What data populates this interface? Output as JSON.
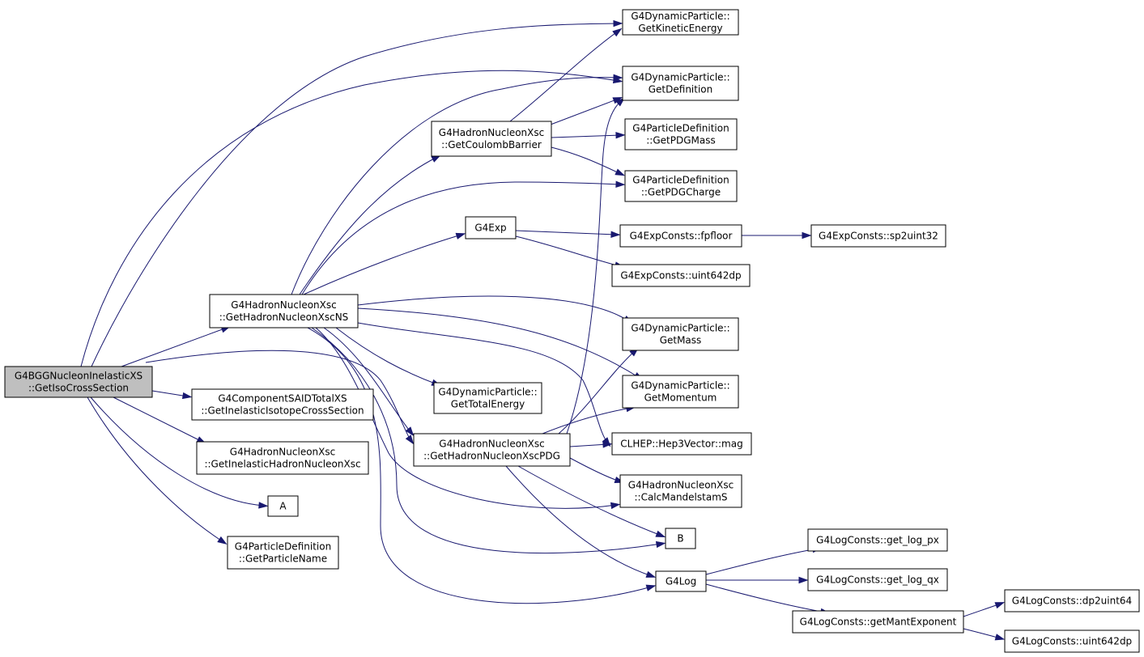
{
  "colors": {
    "edge": "#191970",
    "node_fill": "#ffffff",
    "root_fill": "#bfbfbf",
    "border": "#000000"
  },
  "nodes": [
    {
      "id": "root",
      "lines": [
        "G4BGGNucleonInelasticXS",
        "::GetIsoCrossSection"
      ],
      "root": true
    },
    {
      "id": "ke",
      "lines": [
        "G4DynamicParticle::",
        "GetKineticEnergy"
      ]
    },
    {
      "id": "def",
      "lines": [
        "G4DynamicParticle::",
        "GetDefinition"
      ]
    },
    {
      "id": "coul",
      "lines": [
        "G4HadronNucleonXsc",
        "::GetCoulombBarrier"
      ]
    },
    {
      "id": "pdgmass",
      "lines": [
        "G4ParticleDefinition",
        "::GetPDGMass"
      ]
    },
    {
      "id": "pdgcharge",
      "lines": [
        "G4ParticleDefinition",
        "::GetPDGCharge"
      ]
    },
    {
      "id": "exp",
      "lines": [
        "G4Exp"
      ]
    },
    {
      "id": "fpfloor",
      "lines": [
        "G4ExpConsts::fpfloor"
      ]
    },
    {
      "id": "sp2",
      "lines": [
        "G4ExpConsts::sp2uint32"
      ]
    },
    {
      "id": "u64e",
      "lines": [
        "G4ExpConsts::uint642dp"
      ]
    },
    {
      "id": "ns",
      "lines": [
        "G4HadronNucleonXsc",
        "::GetHadronNucleonXscNS"
      ]
    },
    {
      "id": "mass",
      "lines": [
        "G4DynamicParticle::",
        "GetMass"
      ]
    },
    {
      "id": "te",
      "lines": [
        "G4DynamicParticle::",
        "GetTotalEnergy"
      ]
    },
    {
      "id": "mom",
      "lines": [
        "G4DynamicParticle::",
        "GetMomentum"
      ]
    },
    {
      "id": "said",
      "lines": [
        "G4ComponentSAIDTotalXS",
        "::GetInelasticIsotopeCrossSection"
      ]
    },
    {
      "id": "pdg",
      "lines": [
        "G4HadronNucleonXsc",
        "::GetHadronNucleonXscPDG"
      ]
    },
    {
      "id": "mag",
      "lines": [
        "CLHEP::Hep3Vector::mag"
      ]
    },
    {
      "id": "inel",
      "lines": [
        "G4HadronNucleonXsc",
        "::GetInelasticHadronNucleonXsc"
      ]
    },
    {
      "id": "mand",
      "lines": [
        "G4HadronNucleonXsc",
        "::CalcMandelstamS"
      ]
    },
    {
      "id": "A",
      "lines": [
        "A"
      ]
    },
    {
      "id": "B",
      "lines": [
        "B"
      ]
    },
    {
      "id": "pname",
      "lines": [
        "G4ParticleDefinition",
        "::GetParticleName"
      ]
    },
    {
      "id": "logpx",
      "lines": [
        "G4LogConsts::get_log_px"
      ]
    },
    {
      "id": "log",
      "lines": [
        "G4Log"
      ]
    },
    {
      "id": "logqx",
      "lines": [
        "G4LogConsts::get_log_qx"
      ]
    },
    {
      "id": "mant",
      "lines": [
        "G4LogConsts::getMantExponent"
      ]
    },
    {
      "id": "dp2",
      "lines": [
        "G4LogConsts::dp2uint64"
      ]
    },
    {
      "id": "u64l",
      "lines": [
        "G4LogConsts::uint642dp"
      ]
    }
  ],
  "edges": [
    [
      "root",
      "ke"
    ],
    [
      "root",
      "def"
    ],
    [
      "root",
      "ns"
    ],
    [
      "root",
      "pdg"
    ],
    [
      "root",
      "said"
    ],
    [
      "root",
      "inel"
    ],
    [
      "root",
      "A"
    ],
    [
      "root",
      "pname"
    ],
    [
      "coul",
      "ke"
    ],
    [
      "coul",
      "def"
    ],
    [
      "coul",
      "pdgmass"
    ],
    [
      "coul",
      "pdgcharge"
    ],
    [
      "exp",
      "fpfloor"
    ],
    [
      "exp",
      "u64e"
    ],
    [
      "fpfloor",
      "sp2"
    ],
    [
      "ns",
      "def"
    ],
    [
      "ns",
      "coul"
    ],
    [
      "ns",
      "pdgcharge"
    ],
    [
      "ns",
      "exp"
    ],
    [
      "ns",
      "mass"
    ],
    [
      "ns",
      "te"
    ],
    [
      "ns",
      "mom"
    ],
    [
      "ns",
      "mag"
    ],
    [
      "ns",
      "pdg"
    ],
    [
      "ns",
      "mand"
    ],
    [
      "ns",
      "B"
    ],
    [
      "ns",
      "log"
    ],
    [
      "pdg",
      "def"
    ],
    [
      "pdg",
      "mass"
    ],
    [
      "pdg",
      "mom"
    ],
    [
      "pdg",
      "mag"
    ],
    [
      "pdg",
      "mand"
    ],
    [
      "pdg",
      "B"
    ],
    [
      "pdg",
      "log"
    ],
    [
      "log",
      "logpx"
    ],
    [
      "log",
      "logqx"
    ],
    [
      "log",
      "mant"
    ],
    [
      "mant",
      "dp2"
    ],
    [
      "mant",
      "u64l"
    ]
  ]
}
